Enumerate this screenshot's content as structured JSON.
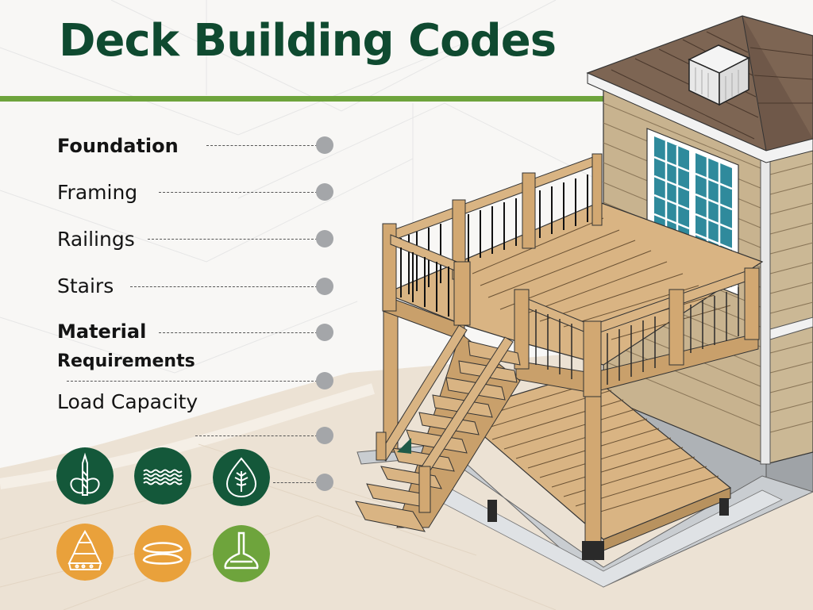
{
  "title": "Deck Building Codes",
  "colors": {
    "title": "#0f4a30",
    "accent_rule": "#6ea43c",
    "dot": "#a4a6a9",
    "icon_dark_green": "#14583a",
    "icon_orange": "#e9a13b",
    "icon_light_green": "#6ea43c",
    "wood": "#d9b483",
    "siding": "#c9b594",
    "roof": "#7d6553",
    "window_glass": "#2f8a9c",
    "ground": "#e8dccb"
  },
  "labels": [
    {
      "text": "Foundation",
      "bold": true
    },
    {
      "text": "Framing",
      "bold": false
    },
    {
      "text": "Railings",
      "bold": false
    },
    {
      "text": "Stairs",
      "bold": false
    },
    {
      "text": "Material",
      "bold": true
    },
    {
      "text": "Requirements",
      "bold": true
    },
    {
      "text": "Load Capacity",
      "bold": false
    }
  ],
  "icons": [
    {
      "name": "footing-pier-icon",
      "bg": "dark-green"
    },
    {
      "name": "rebar-mesh-icon",
      "bg": "dark-green"
    },
    {
      "name": "wood-treatment-icon",
      "bg": "dark-green"
    },
    {
      "name": "gravel-pile-icon",
      "bg": "orange"
    },
    {
      "name": "fastener-plates-icon",
      "bg": "orange"
    },
    {
      "name": "post-anchor-icon",
      "bg": "light-green"
    }
  ],
  "illustration": {
    "subject": "two-level wooden deck attached to house with stairs, railings, window, roof vent"
  }
}
